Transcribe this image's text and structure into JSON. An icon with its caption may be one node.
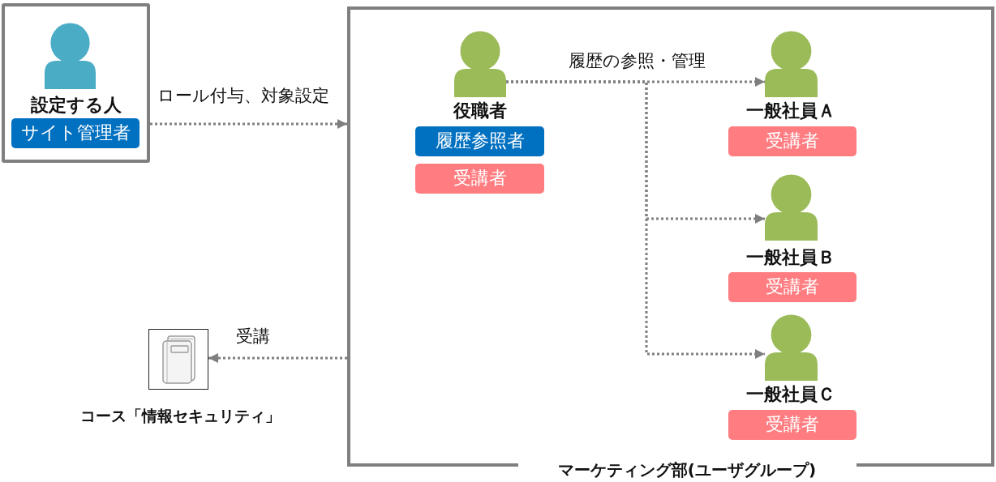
{
  "diagram": {
    "nodes": [
      {
        "text": [
          "設定する人"
        ]
      },
      {
        "text": [
          "サイト管理者"
        ],
        "in": 0
      },
      {
        "text": [
          "マーケティング部(ユーザグループ)"
        ]
      },
      {
        "text": [],
        "shape": "person",
        "beside": [
          "役職者"
        ],
        "in": 2
      },
      {
        "text": [
          "履歴参照者"
        ],
        "in": 2
      },
      {
        "text": [
          "受講者"
        ],
        "in": 2
      },
      {
        "text": [],
        "shape": "person",
        "beside": [
          "一般社員Ａ"
        ],
        "in": 2
      },
      {
        "text": [
          "受講者"
        ],
        "in": 2
      },
      {
        "text": [],
        "shape": "person",
        "beside": [
          "一般社員Ｂ"
        ],
        "in": 2
      },
      {
        "text": [
          "受講者"
        ],
        "in": 2
      },
      {
        "text": [],
        "shape": "person",
        "beside": [
          "一般社員Ｃ"
        ],
        "in": 2
      },
      {
        "text": [
          "受講者"
        ],
        "in": 2
      },
      {
        "text": [],
        "shape": "picture",
        "beside": [
          "コース「情報セキュリティ」"
        ]
      }
    ],
    "edges": [
      {
        "from": 0,
        "to": 2,
        "arrow": "to",
        "label": "ロール付与、対象設定",
        "style": "dashed"
      },
      {
        "from": 3,
        "to": 6,
        "arrow": "to",
        "label": "履歴の参照・管理",
        "style": "dashed"
      },
      {
        "from": 3,
        "to": 8,
        "arrow": "to",
        "style": "dashed"
      },
      {
        "from": 3,
        "to": 10,
        "arrow": "to",
        "style": "dashed"
      },
      {
        "from": 2,
        "to": 12,
        "arrow": "to",
        "label": "受講",
        "style": "dashed"
      }
    ]
  }
}
